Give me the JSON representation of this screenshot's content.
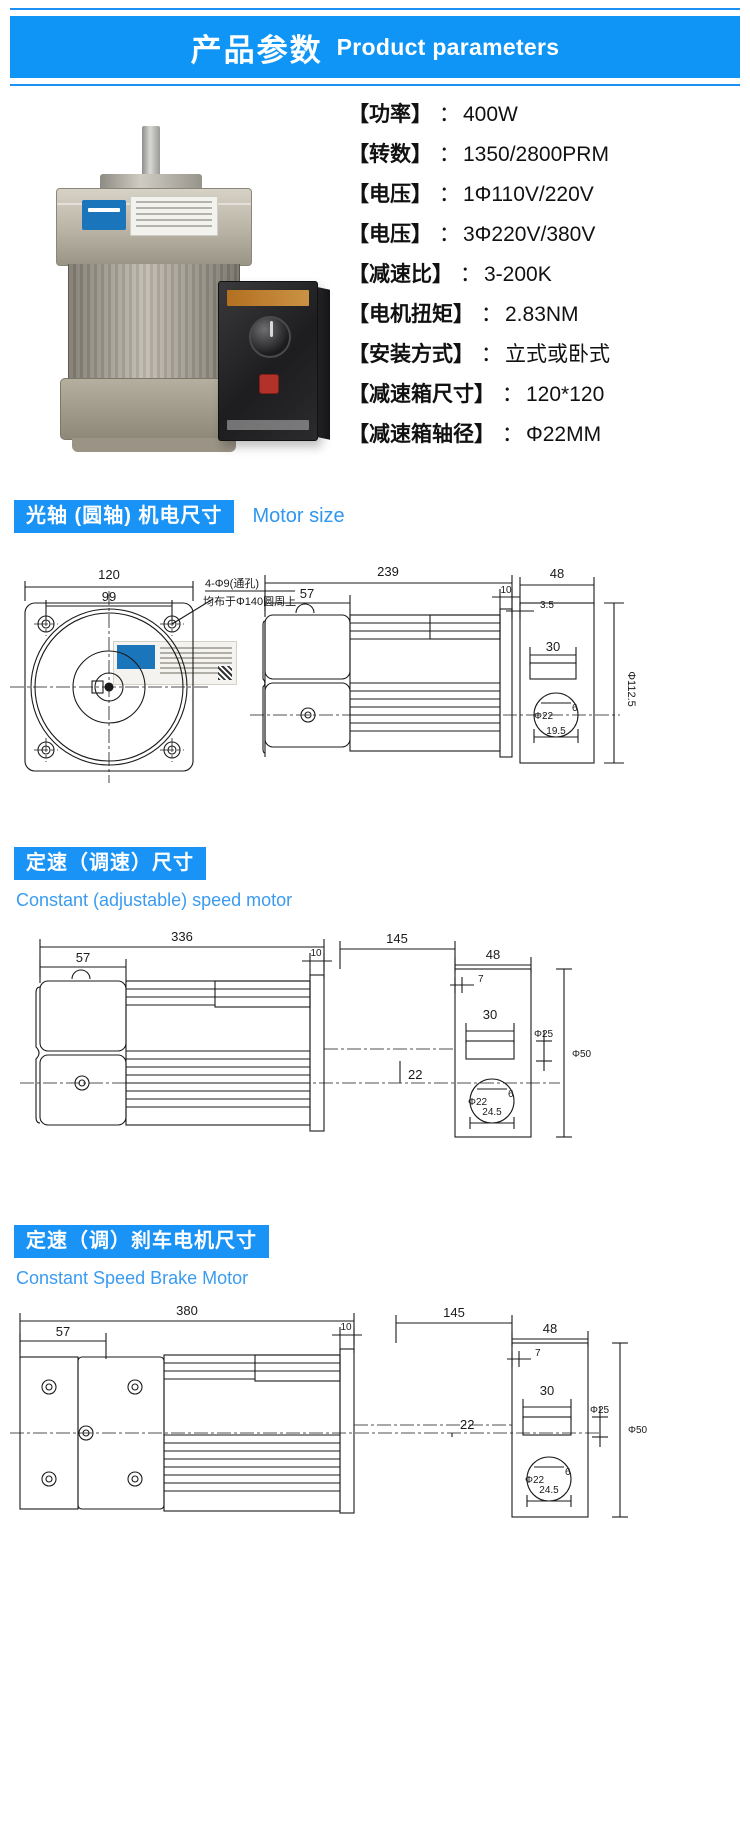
{
  "header": {
    "title_cn": "产品参数",
    "title_en": "Product parameters",
    "banner_color": "#0f95f5"
  },
  "specs": [
    {
      "key": "【功率】",
      "sep": "：",
      "value": "400W"
    },
    {
      "key": "【转数】",
      "sep": "：",
      "value": "1350/2800PRM"
    },
    {
      "key": "【电压】",
      "sep": "：",
      "value": "1Φ110V/220V"
    },
    {
      "key": "【电压】",
      "sep": "：",
      "value": "3Φ220V/380V"
    },
    {
      "key": "【减速比】",
      "sep": "：",
      "value": "3-200K"
    },
    {
      "key": "【电机扭矩】",
      "sep": "：",
      "value": "2.83NM"
    },
    {
      "key": "【安装方式】",
      "sep": "：",
      "value": "立式或卧式"
    },
    {
      "key": "【减速箱尺寸】",
      "sep": "：",
      "value": "120*120"
    },
    {
      "key": "【减速箱轴径】",
      "sep": "：",
      "value": "Φ22MM"
    }
  ],
  "sections": [
    {
      "badge_cn": "光轴 (圆轴) 机电尺寸",
      "label_en": "Motor size",
      "en_position": "inline"
    },
    {
      "badge_cn": "定速（调速）尺寸",
      "label_en": "Constant (adjustable) speed motor",
      "en_position": "below"
    },
    {
      "badge_cn": "定速（调）刹车电机尺寸",
      "label_en": "Constant Speed Brake Motor",
      "en_position": "below"
    }
  ],
  "drawing_motor_size": {
    "front_view": {
      "width_outer": "120",
      "width_bolt_span": "99",
      "hole_note_line1": "4-Φ9(通孔)",
      "hole_note_line2": "均布于Φ140圆周上"
    },
    "side_view": {
      "total_length": "239",
      "gearhead_length": "57",
      "flange_thickness": "10",
      "shaft_length": "48",
      "step": "3.5",
      "key_length": "30",
      "body_diameter": "Φ112.5",
      "shaft_diameter": "Φ22",
      "key_width": "6",
      "key_flat": "19.5"
    }
  },
  "drawing_constant_speed": {
    "total_length": "336",
    "gearhead_length": "57",
    "flange_thickness": "10",
    "motor_length": "145",
    "shaft_length": "48",
    "step": "7",
    "key_length": "30",
    "center_height": "22",
    "boss_diameter": "Φ25",
    "flange_diameter": "Φ50",
    "shaft_diameter": "Φ22",
    "key_width": "6",
    "key_flat": "24.5"
  },
  "drawing_brake_motor": {
    "total_length": "380",
    "gearhead_length": "57",
    "flange_thickness": "10",
    "motor_length": "145",
    "shaft_length": "48",
    "step": "7",
    "key_length": "30",
    "center_height": "22",
    "boss_diameter": "Φ25",
    "flange_diameter": "Φ50",
    "shaft_diameter": "Φ22",
    "key_width": "6",
    "key_flat": "24.5"
  }
}
